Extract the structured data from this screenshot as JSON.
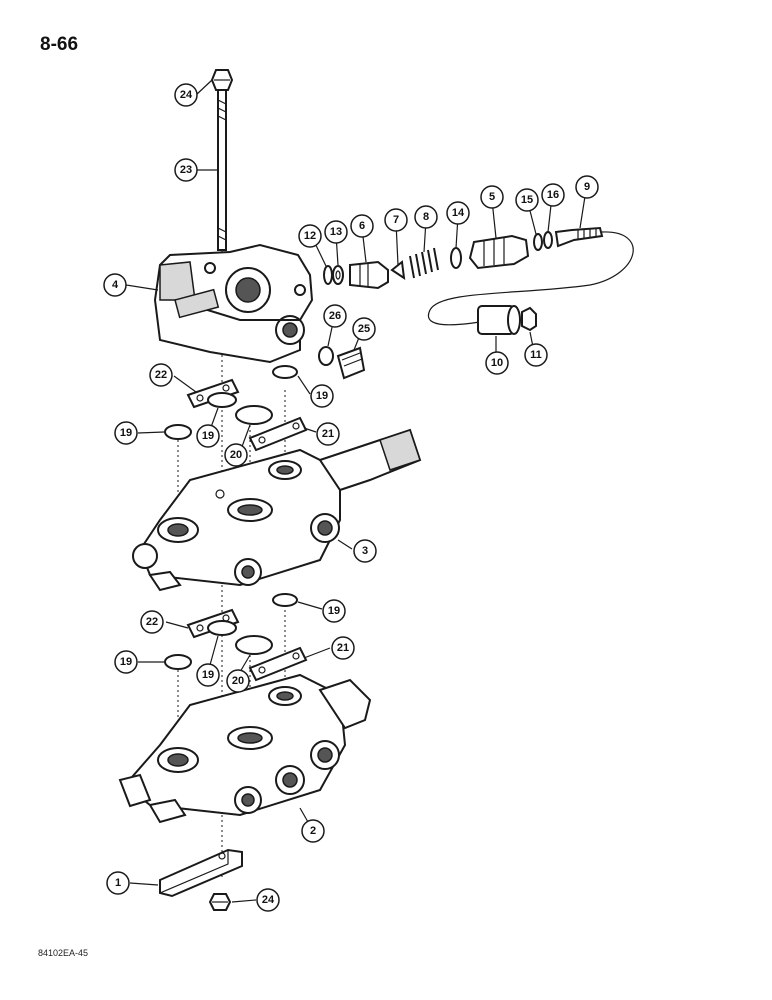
{
  "page": {
    "number": "8-66",
    "figure_code": "84102EA-45"
  },
  "callouts": [
    "24",
    "23",
    "4",
    "12",
    "13",
    "6",
    "7",
    "8",
    "14",
    "5",
    "15",
    "16",
    "9",
    "26",
    "25",
    "10",
    "11",
    "22",
    "19",
    "19",
    "19",
    "20",
    "21",
    "3",
    "22",
    "19",
    "19",
    "19",
    "20",
    "21",
    "2",
    "1",
    "24"
  ]
}
